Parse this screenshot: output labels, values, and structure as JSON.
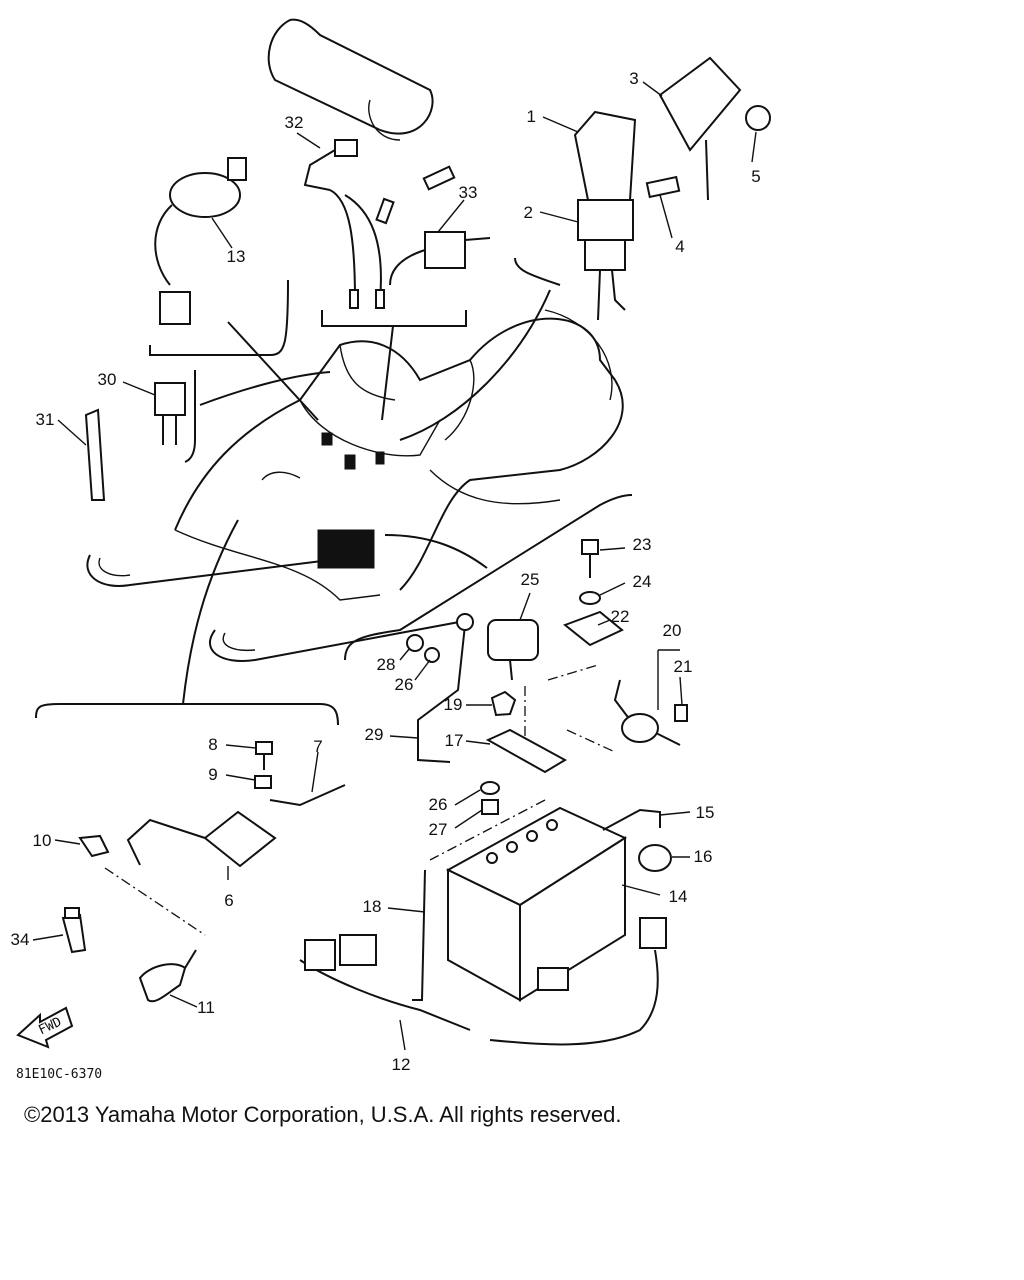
{
  "callouts": [
    {
      "id": "1",
      "text": "1"
    },
    {
      "id": "2",
      "text": "2"
    },
    {
      "id": "3",
      "text": "3"
    },
    {
      "id": "4",
      "text": "4"
    },
    {
      "id": "5",
      "text": "5"
    },
    {
      "id": "6",
      "text": "6"
    },
    {
      "id": "7",
      "text": "7"
    },
    {
      "id": "8",
      "text": "8"
    },
    {
      "id": "9",
      "text": "9"
    },
    {
      "id": "10",
      "text": "10"
    },
    {
      "id": "11",
      "text": "11"
    },
    {
      "id": "12",
      "text": "12"
    },
    {
      "id": "13",
      "text": "13"
    },
    {
      "id": "14",
      "text": "14"
    },
    {
      "id": "15",
      "text": "15"
    },
    {
      "id": "16",
      "text": "16"
    },
    {
      "id": "17",
      "text": "17"
    },
    {
      "id": "18",
      "text": "18"
    },
    {
      "id": "19",
      "text": "19"
    },
    {
      "id": "20",
      "text": "20"
    },
    {
      "id": "21",
      "text": "21"
    },
    {
      "id": "22",
      "text": "22"
    },
    {
      "id": "23",
      "text": "23"
    },
    {
      "id": "24",
      "text": "24"
    },
    {
      "id": "25",
      "text": "25"
    },
    {
      "id": "26a",
      "text": "26"
    },
    {
      "id": "26b",
      "text": "26"
    },
    {
      "id": "27",
      "text": "27"
    },
    {
      "id": "28",
      "text": "28"
    },
    {
      "id": "29",
      "text": "29"
    },
    {
      "id": "30",
      "text": "30"
    },
    {
      "id": "31",
      "text": "31"
    },
    {
      "id": "32",
      "text": "32"
    },
    {
      "id": "33",
      "text": "33"
    },
    {
      "id": "34",
      "text": "34"
    }
  ],
  "fwd_label": "FWD",
  "drawing_code": "81E10C-6370",
  "copyright": "©2013 Yamaha Motor Corporation, U.S.A. All rights reserved."
}
